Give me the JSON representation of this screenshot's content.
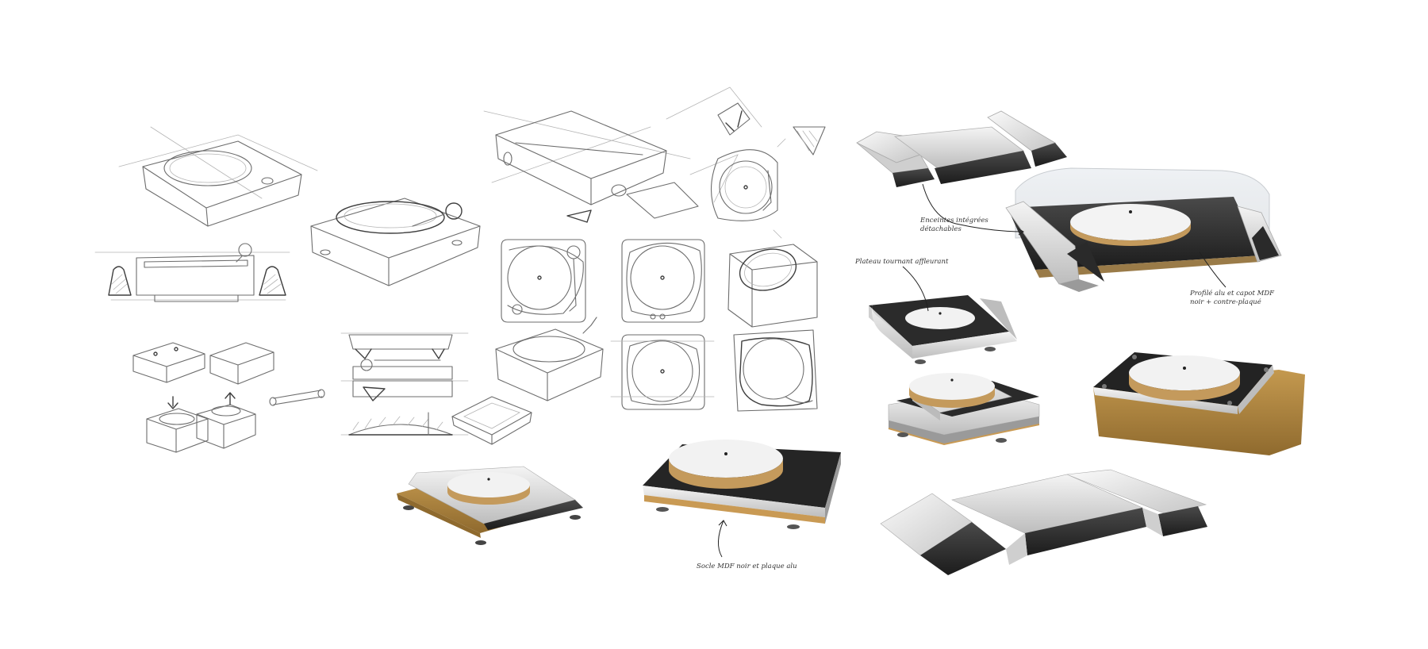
{
  "annotations": {
    "speakers": [
      "Enceintes intégrées",
      "détachables"
    ],
    "platter": "Plateau tournant affleurant",
    "profile": [
      "Profilé alu et capot MDF",
      "noir + contre-plaqué"
    ],
    "base": "Socle MDF noir et plaque alu"
  },
  "colors": {
    "background": "#ffffff",
    "sketch_line": "#6d6d6d",
    "aluminium": "#d9d9d9",
    "black_panel": "#2a2a2a",
    "platter_white": "#f2f2f2",
    "plywood": "#c9a06a",
    "wood_base": "#a57e3e"
  }
}
